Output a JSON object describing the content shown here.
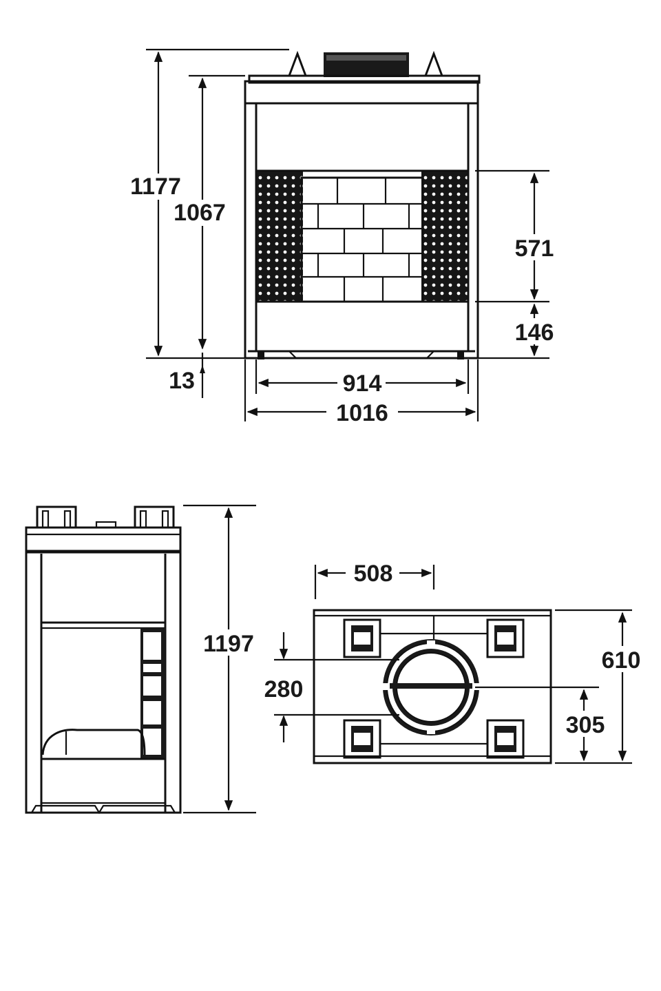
{
  "front_view": {
    "dims": {
      "overall_height": "1177",
      "body_height": "1067",
      "opening_height": "571",
      "base_height": "146",
      "leg_height": "13",
      "opening_width": "914",
      "overall_width": "1016"
    }
  },
  "side_view": {
    "dims": {
      "overall_height": "1197"
    }
  },
  "top_view": {
    "dims": {
      "flue_offset_x": "508",
      "depth": "610",
      "flue_offset_y": "305",
      "flue_diameter": "280"
    }
  },
  "colors": {
    "ink": "#111111",
    "paper": "#ffffff"
  }
}
